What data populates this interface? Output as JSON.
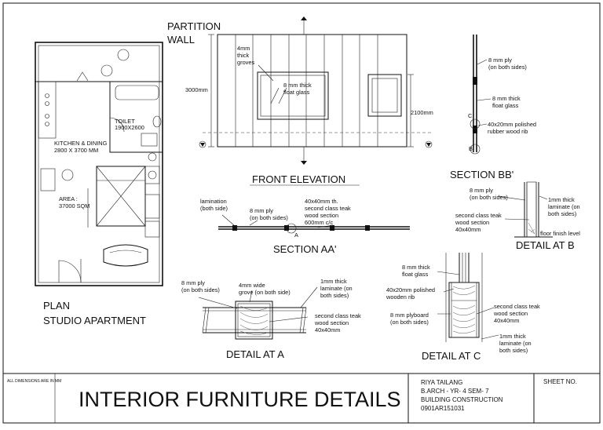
{
  "sheet": {
    "title": "INTERIOR FURNITURE DETAILS",
    "dims_note": "ALL DIMENSIONS ARE IN MM",
    "student": "RIYA TAILANG",
    "course": "B.ARCH - YR- 4 SEM- 7",
    "subject": "BUILDING CONSTRUCTION",
    "roll": "0901AR151031",
    "sheet_no_label": "SHEET NO."
  },
  "plan": {
    "title_line1": "PLAN",
    "title_line2": "STUDIO APARTMENT",
    "kitchen_line1": "KITCHEN & DINING",
    "kitchen_line2": "2800 X 3700 MM",
    "toilet_line1": "TOILET",
    "toilet_line2": "1900X2600",
    "area_line1": "AREA :",
    "area_line2": "37000 SQM"
  },
  "elevation": {
    "title": "FRONT ELEVATION",
    "heading_line1": "PARTITION",
    "heading_line2": "WALL",
    "groves_line1": "4mm",
    "groves_line2": "thick",
    "groves_line3": "groves",
    "glass_line1": "8 mm thick",
    "glass_line2": "float glass",
    "height_left": "3000mm",
    "height_right": "2100mm"
  },
  "section_bb": {
    "title": "SECTION BB'",
    "ply_line1": "8 mm ply",
    "ply_line2": "(on both sides)",
    "glass_line1": "8 mm thick",
    "glass_line2": "float glass",
    "rib_line1": "40x20mm polished",
    "rib_line2": "rubber wood rib",
    "marker_c": "C",
    "marker_b": "B"
  },
  "section_aa": {
    "title": "SECTION AA'",
    "lam_line1": "lamination",
    "lam_line2": "(both side)",
    "ply_line1": "8 mm ply",
    "ply_line2": "(on both sides)",
    "teak_line1": "40x40mm th.",
    "teak_line2": "second class teak",
    "teak_line3": "wood section",
    "teak_line4": "600mm c/c",
    "marker_a": "A"
  },
  "detail_b": {
    "title": "DETAIL AT B",
    "ply_line1": "8 mm ply",
    "ply_line2": "(on both sides)",
    "lam_line1": "1mm thick",
    "lam_line2": "laminate (on",
    "lam_line3": "both sides)",
    "teak_line1": "second class teak",
    "teak_line2": "wood section",
    "teak_line3": "40x40mm",
    "floor": "floor finish level"
  },
  "detail_a": {
    "title": "DETAIL AT A",
    "ply_line1": "8 mm ply",
    "ply_line2": "(on both sides)",
    "grove_line1": "4mm wide",
    "grove_line2": "grove (on both side)",
    "lam_line1": "1mm thick",
    "lam_line2": "laminate (on",
    "lam_line3": "both sides)",
    "teak_line1": "second class teak",
    "teak_line2": "wood section",
    "teak_line3": "40x40mm"
  },
  "detail_c": {
    "title": "DETAIL AT C",
    "glass_line1": "8 mm thick",
    "glass_line2": "float glass",
    "rib_line1": "40x20mm polished",
    "rib_line2": "wooden rib",
    "plyboard_line1": "8 mm plyboard",
    "plyboard_line2": "(on both sides)",
    "teak_line1": "second class teak",
    "teak_line2": "wood section",
    "teak_line3": "40x40mm",
    "lam_line1": "1mm thick",
    "lam_line2": "laminate (on",
    "lam_line3": "both sides)"
  }
}
